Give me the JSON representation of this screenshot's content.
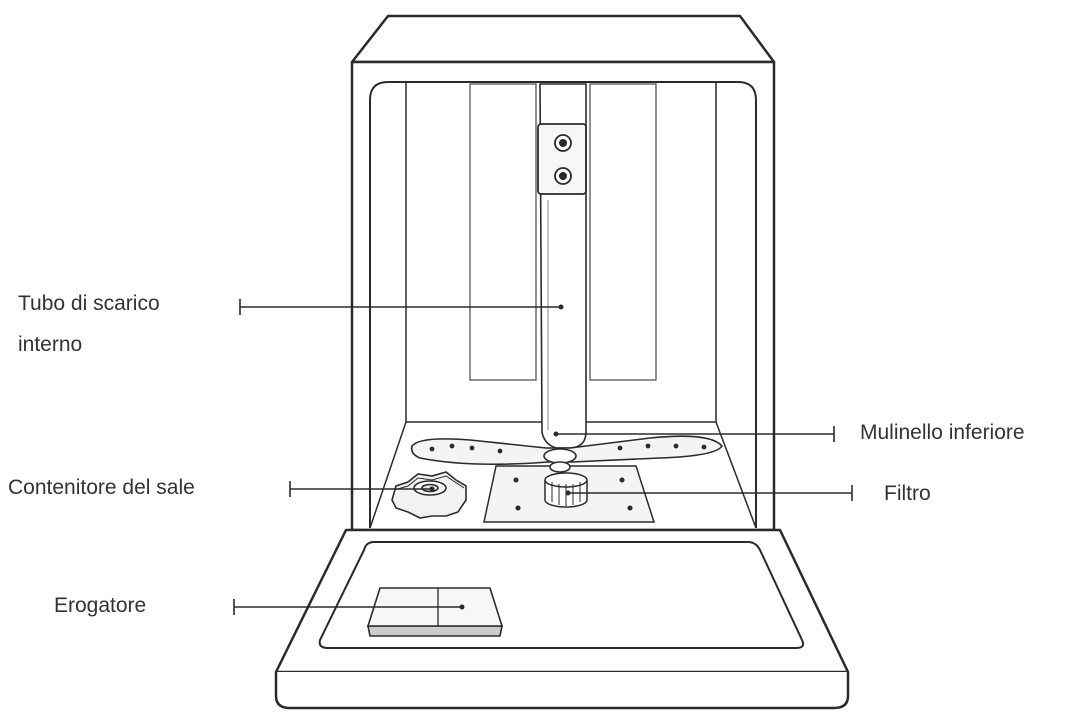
{
  "labels": {
    "drain_tube_line1": "Tubo di scarico",
    "drain_tube_line2": "interno",
    "salt_container": "Contenitore del sale",
    "dispenser": "Erogatore",
    "lower_spray_arm": "Mulinello inferiore",
    "filter": "Filtro"
  },
  "colors": {
    "stroke": "#2b2b2b",
    "text": "#333333",
    "fill_light": "#f2f2f2",
    "fill_mid": "#e4e4e4"
  }
}
